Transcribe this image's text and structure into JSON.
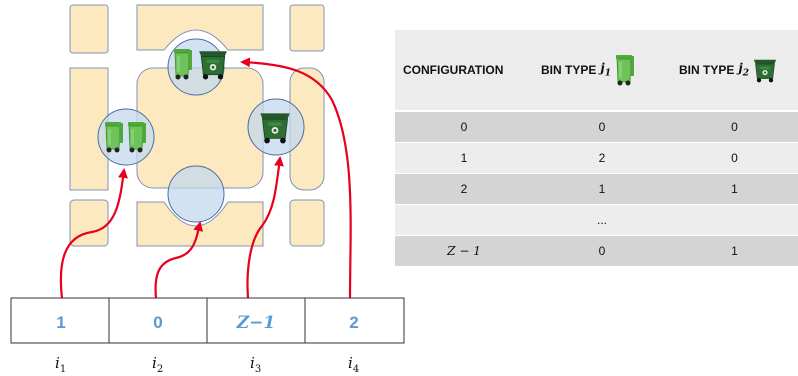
{
  "strip": {
    "cells": [
      {
        "value": "1",
        "italic": false
      },
      {
        "value": "0",
        "italic": false
      },
      {
        "value": "Z−1",
        "italic": true
      },
      {
        "value": "2",
        "italic": false
      }
    ],
    "index_labels": [
      {
        "base": "i",
        "sub": "1"
      },
      {
        "base": "i",
        "sub": "2"
      },
      {
        "base": "i",
        "sub": "3"
      },
      {
        "base": "i",
        "sub": "4"
      }
    ]
  },
  "table": {
    "headers": [
      "CONFIGURATION",
      "BIN TYPE",
      "BIN TYPE"
    ],
    "header_math": [
      {
        "base": "j",
        "sub": "1"
      },
      {
        "base": "j",
        "sub": "2"
      }
    ],
    "rows": [
      {
        "config": "0",
        "type1": "0",
        "type2": "0",
        "shade": true
      },
      {
        "config": "1",
        "type1": "2",
        "type2": "0",
        "shade": false
      },
      {
        "config": "2",
        "type1": "1",
        "type2": "1",
        "shade": true
      },
      {
        "config": "",
        "type1": "...",
        "type2": "",
        "shade": false
      },
      {
        "config": "Z − 1",
        "type1": "0",
        "type2": "1",
        "shade": true
      }
    ]
  },
  "colors": {
    "block_fill": "#fde9bf",
    "block_stroke": "#7f93b6",
    "spot_fill": "#c3d8ee",
    "spot_stroke": "#4a6fa5",
    "arrow": "#e8001c",
    "strip_text": "#5b9bd5",
    "bin_light_green": "#6fc25a",
    "bin_dark_green": "#2f6e33"
  },
  "icons": [
    "green-bin-icon",
    "dark-bin-icon"
  ]
}
